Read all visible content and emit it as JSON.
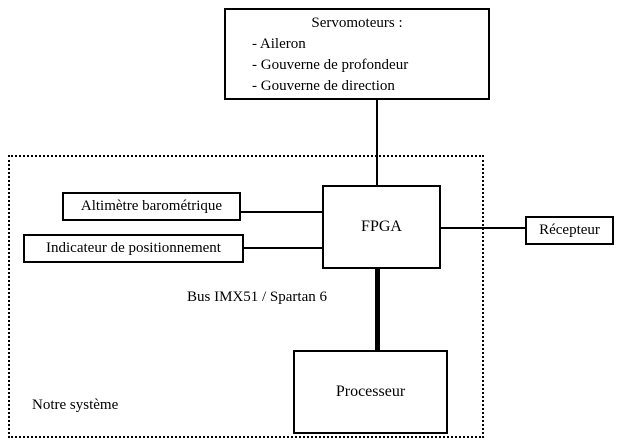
{
  "diagram": {
    "servo_box": {
      "title": "Servomoteurs :",
      "items": [
        "- Aileron",
        "- Gouverne de profondeur",
        "- Gouverne de direction"
      ]
    },
    "altimeter_box": {
      "label": "Altimètre barométrique"
    },
    "position_box": {
      "label": "Indicateur de positionnement"
    },
    "fpga_box": {
      "label": "FPGA"
    },
    "receiver_box": {
      "label": "Récepteur"
    },
    "processor_box": {
      "label": "Processeur"
    },
    "bus_label": "Bus IMX51 / Spartan 6",
    "system_label": "Notre système",
    "colors": {
      "line": "#000000",
      "background": "#ffffff",
      "text": "#000000"
    }
  }
}
